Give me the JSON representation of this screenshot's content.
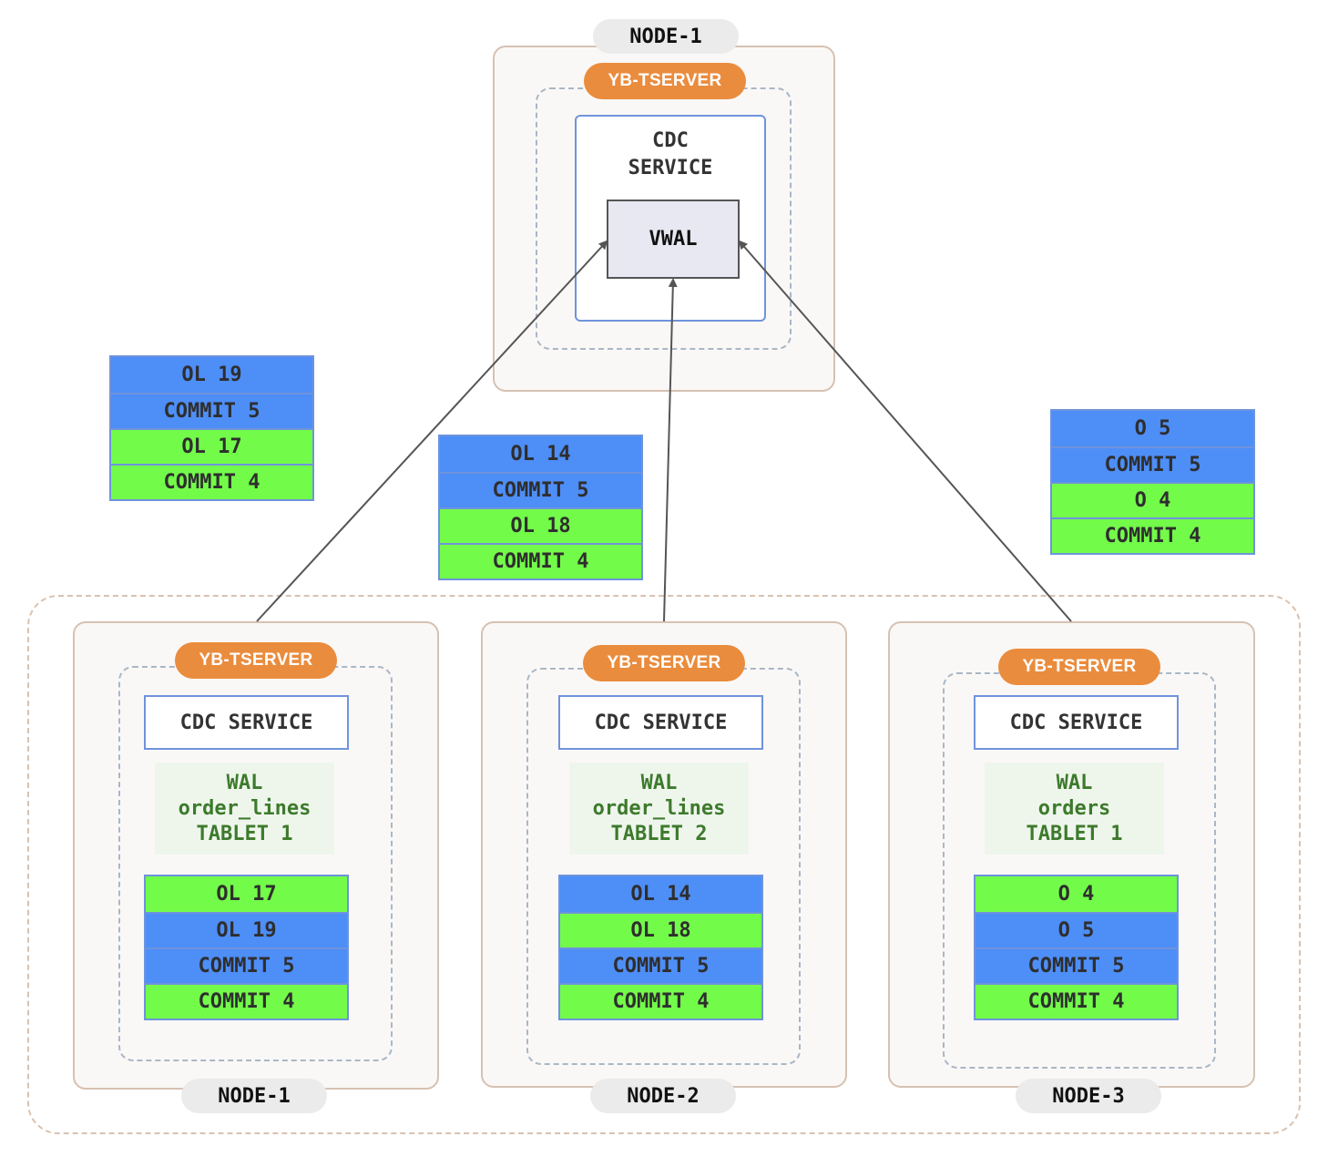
{
  "top_node": {
    "label": "NODE-1",
    "tserver": "YB-TSERVER",
    "cdc_service": "CDC\nSERVICE",
    "vwal": "VWAL"
  },
  "nodes": [
    {
      "label": "NODE-1",
      "tserver": "YB-TSERVER",
      "cdc_service": "CDC SERVICE",
      "wal": [
        "WAL",
        "order_lines",
        "TABLET 1"
      ],
      "records": [
        {
          "text": "OL 17",
          "color": "green"
        },
        {
          "text": "OL 19",
          "color": "blue"
        },
        {
          "text": "COMMIT 5",
          "color": "blue"
        },
        {
          "text": "COMMIT 4",
          "color": "green"
        }
      ]
    },
    {
      "label": "NODE-2",
      "tserver": "YB-TSERVER",
      "cdc_service": "CDC SERVICE",
      "wal": [
        "WAL",
        "order_lines",
        "TABLET 2"
      ],
      "records": [
        {
          "text": "OL 14",
          "color": "blue"
        },
        {
          "text": "OL 18",
          "color": "green"
        },
        {
          "text": "COMMIT 5",
          "color": "blue"
        },
        {
          "text": "COMMIT 4",
          "color": "green"
        }
      ]
    },
    {
      "label": "NODE-3",
      "tserver": "YB-TSERVER",
      "cdc_service": "CDC SERVICE",
      "wal": [
        "WAL",
        "orders",
        "TABLET 1"
      ],
      "records": [
        {
          "text": "O 4",
          "color": "green"
        },
        {
          "text": "O 5",
          "color": "blue"
        },
        {
          "text": "COMMIT 5",
          "color": "blue"
        },
        {
          "text": "COMMIT 4",
          "color": "green"
        }
      ]
    }
  ],
  "streams": [
    {
      "records": [
        {
          "text": "OL 19",
          "color": "blue"
        },
        {
          "text": "COMMIT 5",
          "color": "blue"
        },
        {
          "text": "OL 17",
          "color": "green"
        },
        {
          "text": "COMMIT 4",
          "color": "green"
        }
      ]
    },
    {
      "records": [
        {
          "text": "OL 14",
          "color": "blue"
        },
        {
          "text": "COMMIT 5",
          "color": "blue"
        },
        {
          "text": "OL 18",
          "color": "green"
        },
        {
          "text": "COMMIT 4",
          "color": "green"
        }
      ]
    },
    {
      "records": [
        {
          "text": "O 5",
          "color": "blue"
        },
        {
          "text": "COMMIT 5",
          "color": "blue"
        },
        {
          "text": "O 4",
          "color": "green"
        },
        {
          "text": "COMMIT 4",
          "color": "green"
        }
      ]
    }
  ],
  "colors": {
    "blue": "#4e8ef7",
    "green": "#73fb4a",
    "tserver": "#ea8c3d",
    "arrow": "#555555"
  }
}
